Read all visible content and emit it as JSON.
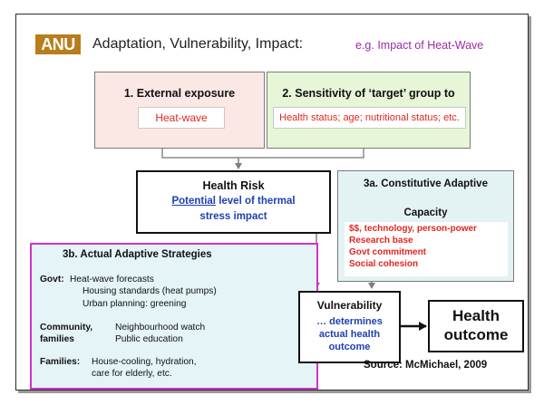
{
  "header": {
    "logo_text": "ANU",
    "title": "Adaptation, Vulnerability, Impact:",
    "subtitle": "e.g. Impact of Heat-Wave"
  },
  "exposure": {
    "title": "1. External exposure",
    "value": "Heat-wave"
  },
  "sensitivity": {
    "title": "2. Sensitivity of ‘target’ group to",
    "value": "Health status; age; nutritional status; etc."
  },
  "health_risk": {
    "title": "Health Risk",
    "line1_underlined": "Potential",
    "line1_rest": " level of thermal",
    "line2": "stress impact"
  },
  "constitutive": {
    "title": "3a. Constitutive Adaptive",
    "subtitle": "Capacity",
    "items": [
      "$$, technology, person-power",
      "Research base",
      "Govt commitment",
      "Social cohesion"
    ]
  },
  "actual": {
    "title": "3b. Actual Adaptive Strategies",
    "govt_label": "Govt:",
    "govt_items": [
      "Heat-wave forecasts",
      "Housing standards (heat pumps)",
      "Urban planning: greening"
    ],
    "community_label": "Community,",
    "community_label2": "families",
    "community_items": [
      "Neighbourhood watch",
      "Public education"
    ],
    "families_label": "Families:",
    "families_items": [
      "House-cooling, hydration,",
      "care for elderly, etc."
    ]
  },
  "vulnerability": {
    "title": "Vulnerability",
    "line1": "… determines",
    "line2": "actual health",
    "line3": "outcome"
  },
  "outcome": {
    "line1": "Health",
    "line2": "outcome"
  },
  "source": "Source: McMichael, 2009",
  "colors": {
    "logo_bg": "#b87d1c",
    "subtitle": "#9a2ca8",
    "red_text": "#e0261f",
    "blue_text": "#1f3fb0",
    "magenta_border": "#d033c4"
  }
}
